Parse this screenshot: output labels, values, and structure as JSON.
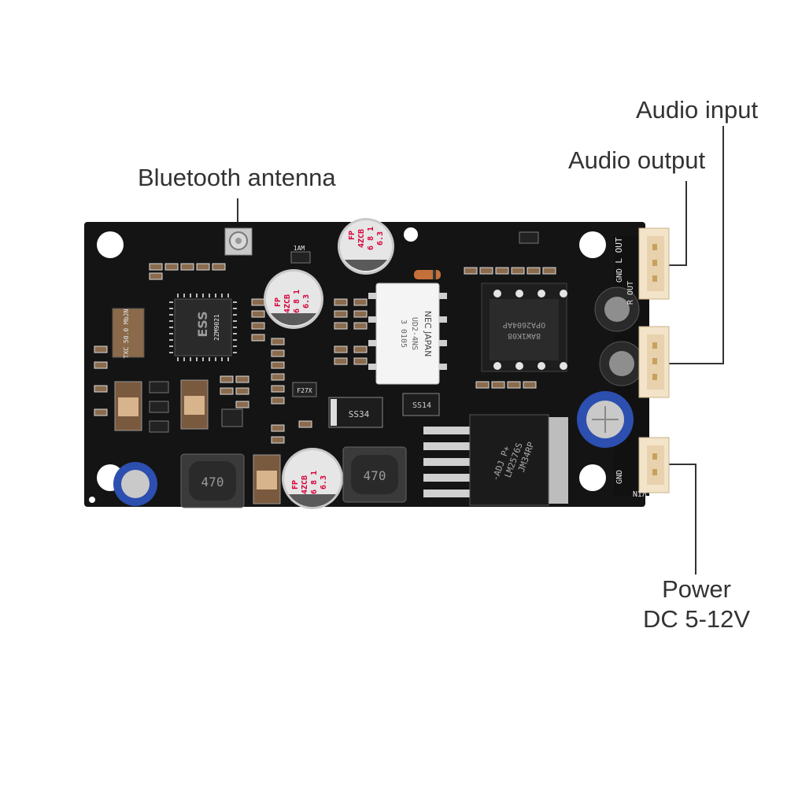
{
  "labels": {
    "bluetooth_antenna": "Bluetooth antenna",
    "audio_input": "Audio input",
    "audio_output": "Audio output",
    "power_line1": "Power",
    "power_line2": "DC 5-12V"
  },
  "board": {
    "chip_logo": "ESS",
    "chip_text": "2ZM9021",
    "crystal": "TXC 50.0\nMbJN",
    "relay_text_1": "NEC JAPAN",
    "relay_text_2": "UD2-4NS",
    "relay_text_3": "3 0105",
    "opamp_text_1": "OPA2604AP",
    "opamp_text_2": "8AW1K08",
    "regulator_text_1": "JM34RP",
    "regulator_text_2": "LM2576S",
    "regulator_text_3": "-ADJ P+",
    "diode_1": "SS34",
    "diode_2": "SS14",
    "inductor_1": "470",
    "inductor_2": "470",
    "cap_line1": "FP",
    "cap_line2": "4ZCB",
    "cap_line3": "6 8 1",
    "cap_line4": "6.3",
    "silk_l_out": "L OUT",
    "silk_gnd": "GND",
    "silk_r_out": "R OUT",
    "silk_gnd2": "GND",
    "silk_vin": "VIN",
    "small_code": "F27X",
    "small_code2": "1AM"
  },
  "colors": {
    "pcb": "#141414",
    "label_text": "#333333",
    "leader_line": "#333333",
    "connector": "#f3e3c8",
    "cap_body": "#e6e6e6",
    "cap_text": "#d8003a",
    "elec_cap_blue": "#2c4fb0"
  }
}
